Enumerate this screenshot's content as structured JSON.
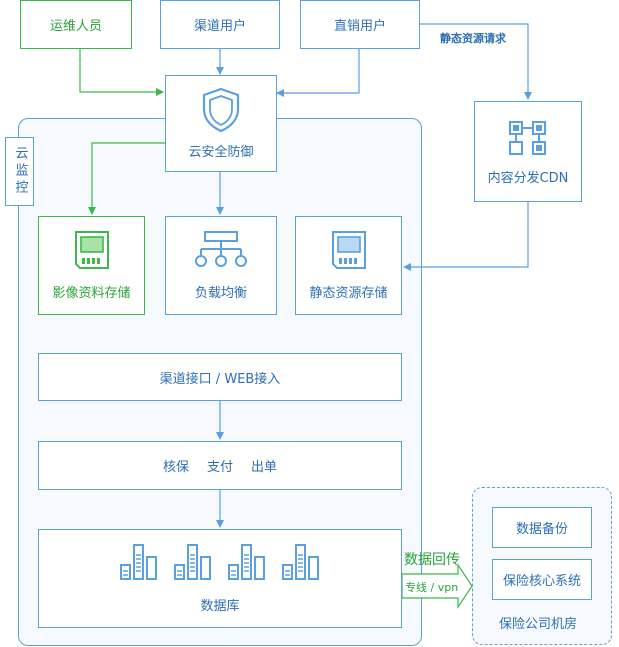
{
  "colors": {
    "blue": "#5aa0e0",
    "blue_text": "#2d6fb5",
    "green": "#3db84a",
    "green_text": "#2aa33a",
    "panel_bg": "#f6f9fd"
  },
  "nodes": {
    "ops": "运维人员",
    "channel_user": "渠道用户",
    "direct_user": "直销用户",
    "static_request": "静态资源请求",
    "security": "云安全防御",
    "cdn": "内容分发CDN",
    "monitor": "云监控",
    "image_storage": "影像资料存储",
    "load_balance": "负载均衡",
    "static_storage": "静态资源存储",
    "channel_api": "渠道接口 / WEB接入",
    "services": [
      "核保",
      "支付",
      "出单"
    ],
    "database": "数据库",
    "data_return": "数据回传",
    "dedicated_line": "专线 / vpn",
    "backup": "数据备份",
    "core_system": "保险核心系统",
    "insurer_room": "保险公司机房"
  },
  "icons": {
    "security": "shield-icon",
    "cdn": "network-nodes-icon",
    "image_storage": "sd-card-icon",
    "load_balance": "hierarchy-icon",
    "static_storage": "sd-card-icon",
    "database": "database-bars-icon"
  }
}
